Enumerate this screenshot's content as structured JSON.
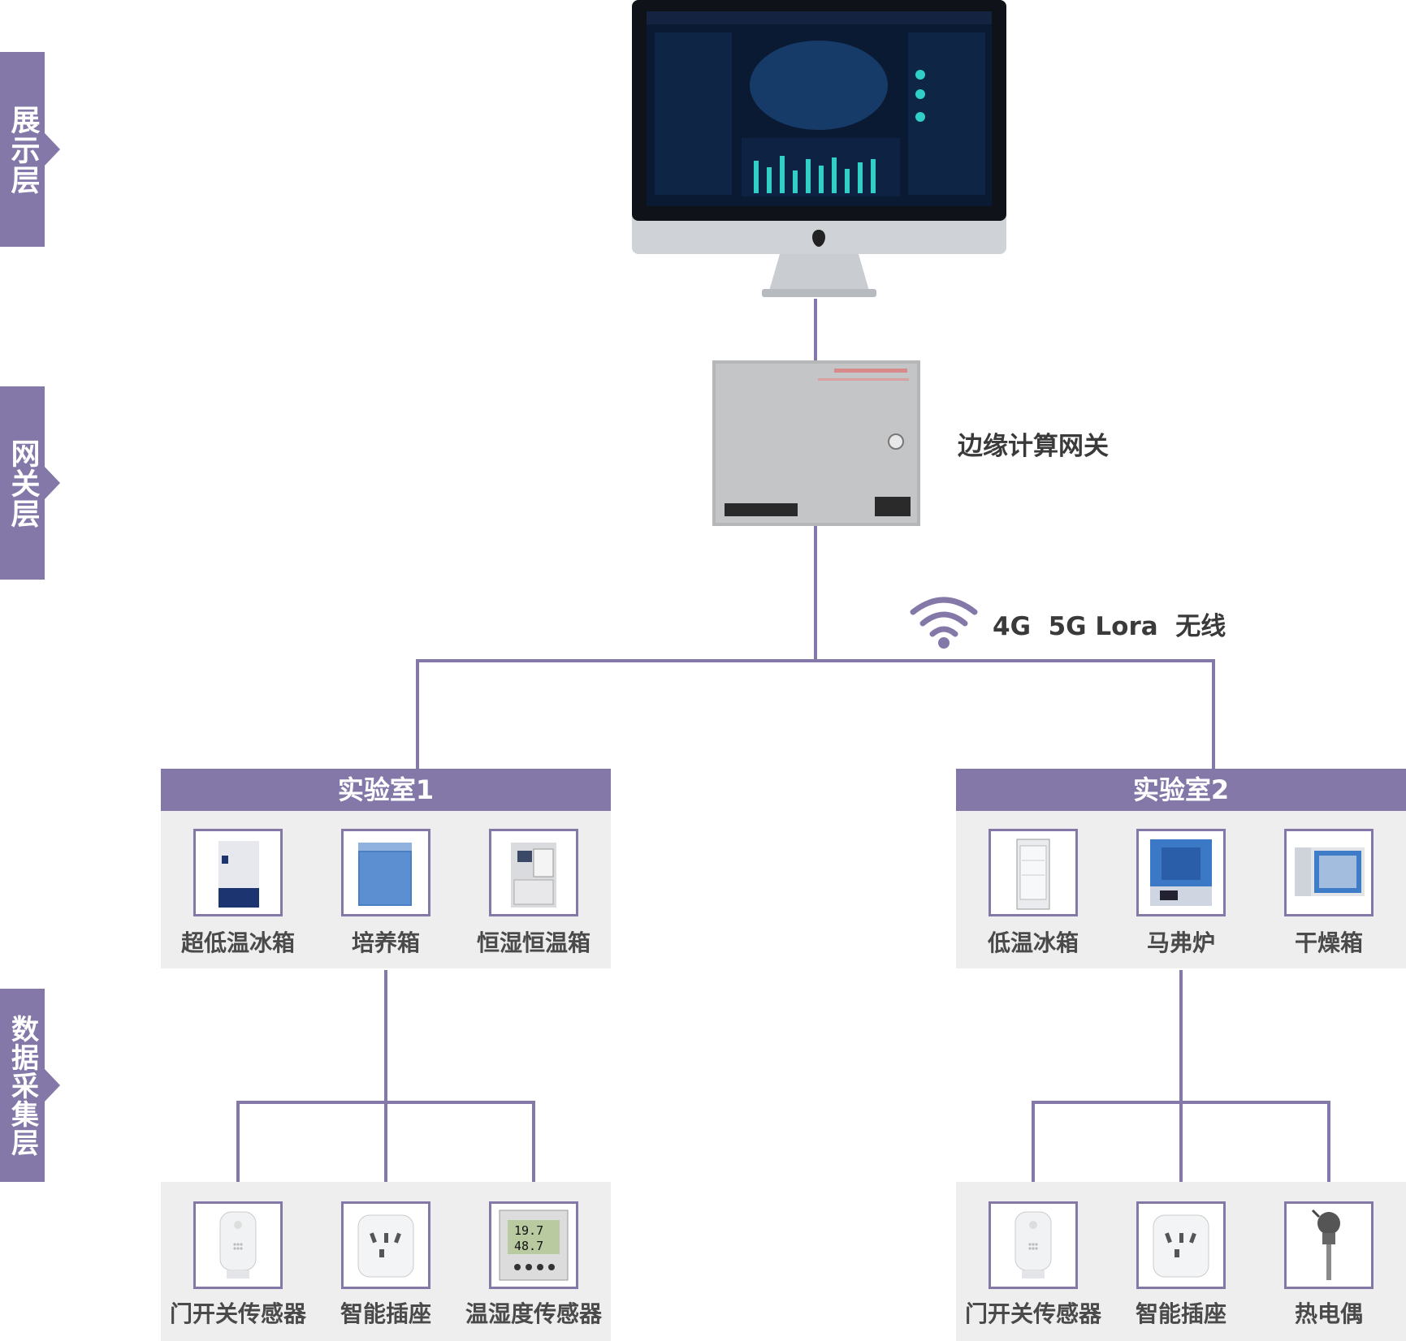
{
  "layers": {
    "display": "展示层",
    "gateway": "网关层",
    "acquisition": "数据采集层"
  },
  "gateway": {
    "label": "边缘计算网关"
  },
  "wireless": {
    "label": "4G  5G Lora  无线"
  },
  "labs": [
    {
      "title": "实验室1",
      "devices": [
        "超低温冰箱",
        "培养箱",
        "恒湿恒温箱"
      ],
      "sensors": [
        "门开关传感器",
        "智能插座",
        "温湿度传感器"
      ]
    },
    {
      "title": "实验室2",
      "devices": [
        "低温冰箱",
        "马弗炉",
        "干燥箱"
      ],
      "sensors": [
        "门开关传感器",
        "智能插座",
        "热电偶"
      ]
    }
  ],
  "sensor_reading": {
    "temp": "19.7",
    "hum": "48.7"
  },
  "colors": {
    "accent": "#8478a8",
    "panel": "#eeeeef",
    "text": "#4a4a4a"
  }
}
